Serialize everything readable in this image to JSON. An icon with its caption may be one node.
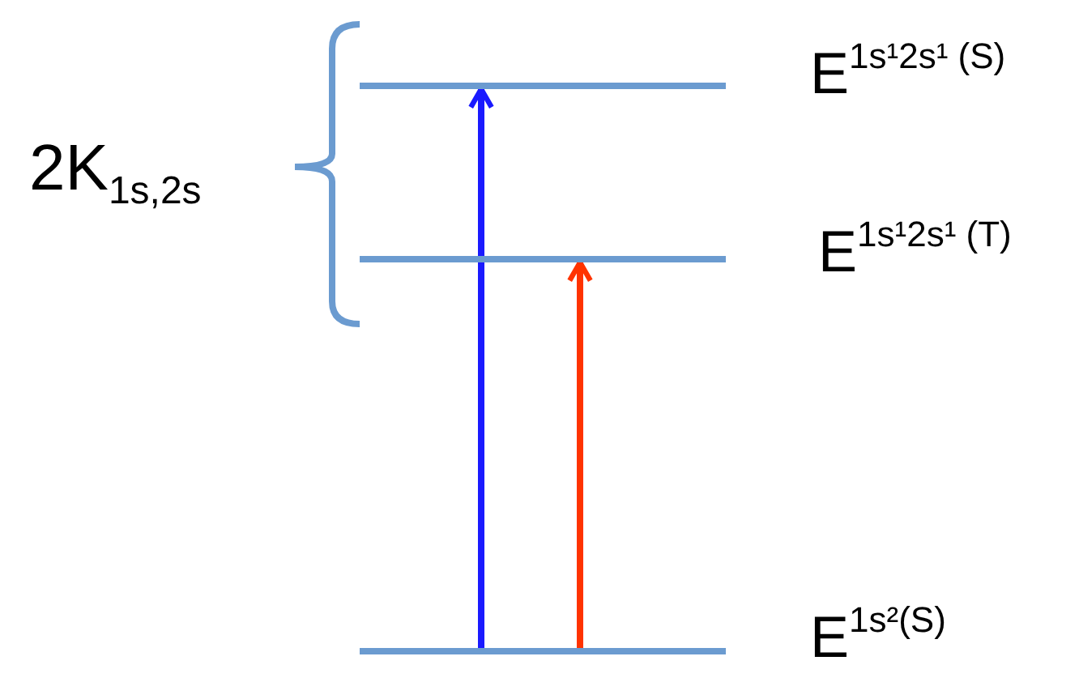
{
  "diagram": {
    "nodes": [
      {
        "text": [],
        "shape": "bar",
        "beside": [
          "E$^{1s¹2s¹ (S)}$"
        ]
      },
      {
        "text": [],
        "shape": "bar",
        "beside": [
          "E$^{1s¹2s¹ (T)}$"
        ]
      },
      {
        "text": [],
        "shape": "bar",
        "beside": [
          "E$^{1s²(S)}$"
        ]
      }
    ],
    "edges": [
      {
        "from": 2,
        "to": 0,
        "arrow": "to",
        "color": "#1a1aff"
      },
      {
        "from": 2,
        "to": 1,
        "arrow": "to",
        "color": "#ff3300"
      }
    ],
    "labels": [
      "2K$_{1s,2s}$"
    ]
  }
}
